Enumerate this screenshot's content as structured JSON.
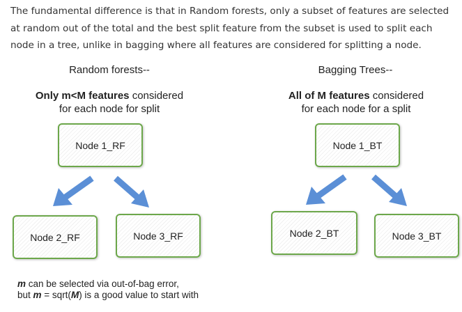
{
  "paragraph": "The fundamental difference is that in Random forests, only a subset of features are selected at random out of the total and the best split feature from the subset is used to split each node in a tree, unlike in bagging where all features are considered for splitting a node.",
  "left": {
    "title": "Random forests--",
    "subtitle_bold": "Only m<M features",
    "subtitle_rest": " considered",
    "subtitle_line2": "for each node for split",
    "root": "Node 1_RF",
    "child_left": "Node 2_RF",
    "child_right": "Node 3_RF"
  },
  "right": {
    "title": "Bagging Trees--",
    "subtitle_bold": "All of M features",
    "subtitle_rest": " considered",
    "subtitle_line2": "for each node for a split",
    "root": "Node 1_BT",
    "child_left": "Node 2_BT",
    "child_right": "Node 3_BT"
  },
  "note": {
    "m1": "m",
    "line1_rest": " can be selected via out-of-bag error,",
    "line2_pre": "but ",
    "m2": "m",
    "line2_mid": " = sqrt(",
    "M": "M",
    "line2_post": ") is a good value to start with"
  },
  "colors": {
    "node_border": "#6ca74a",
    "arrow": "#5b8fd6"
  }
}
